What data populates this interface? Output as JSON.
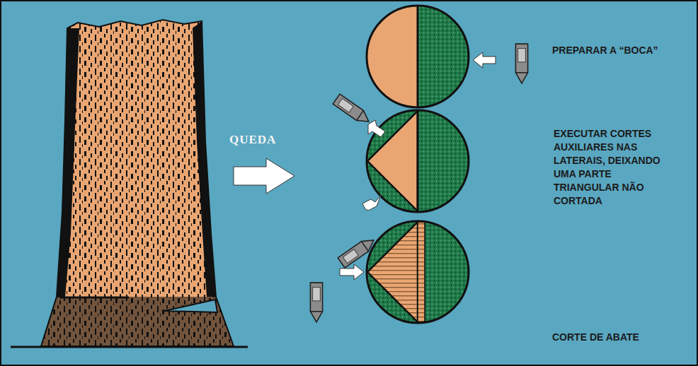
{
  "diagram": {
    "labels": [
      "QUEDA",
      "PREPARAR A “BOCA”",
      "EXECUTAR CORTES AUXILIARES NAS LATERAIS, DEIXANDO UMA PARTE TRIANGULAR NÃO CORTADA",
      "CORTE DE ABATE"
    ]
  }
}
